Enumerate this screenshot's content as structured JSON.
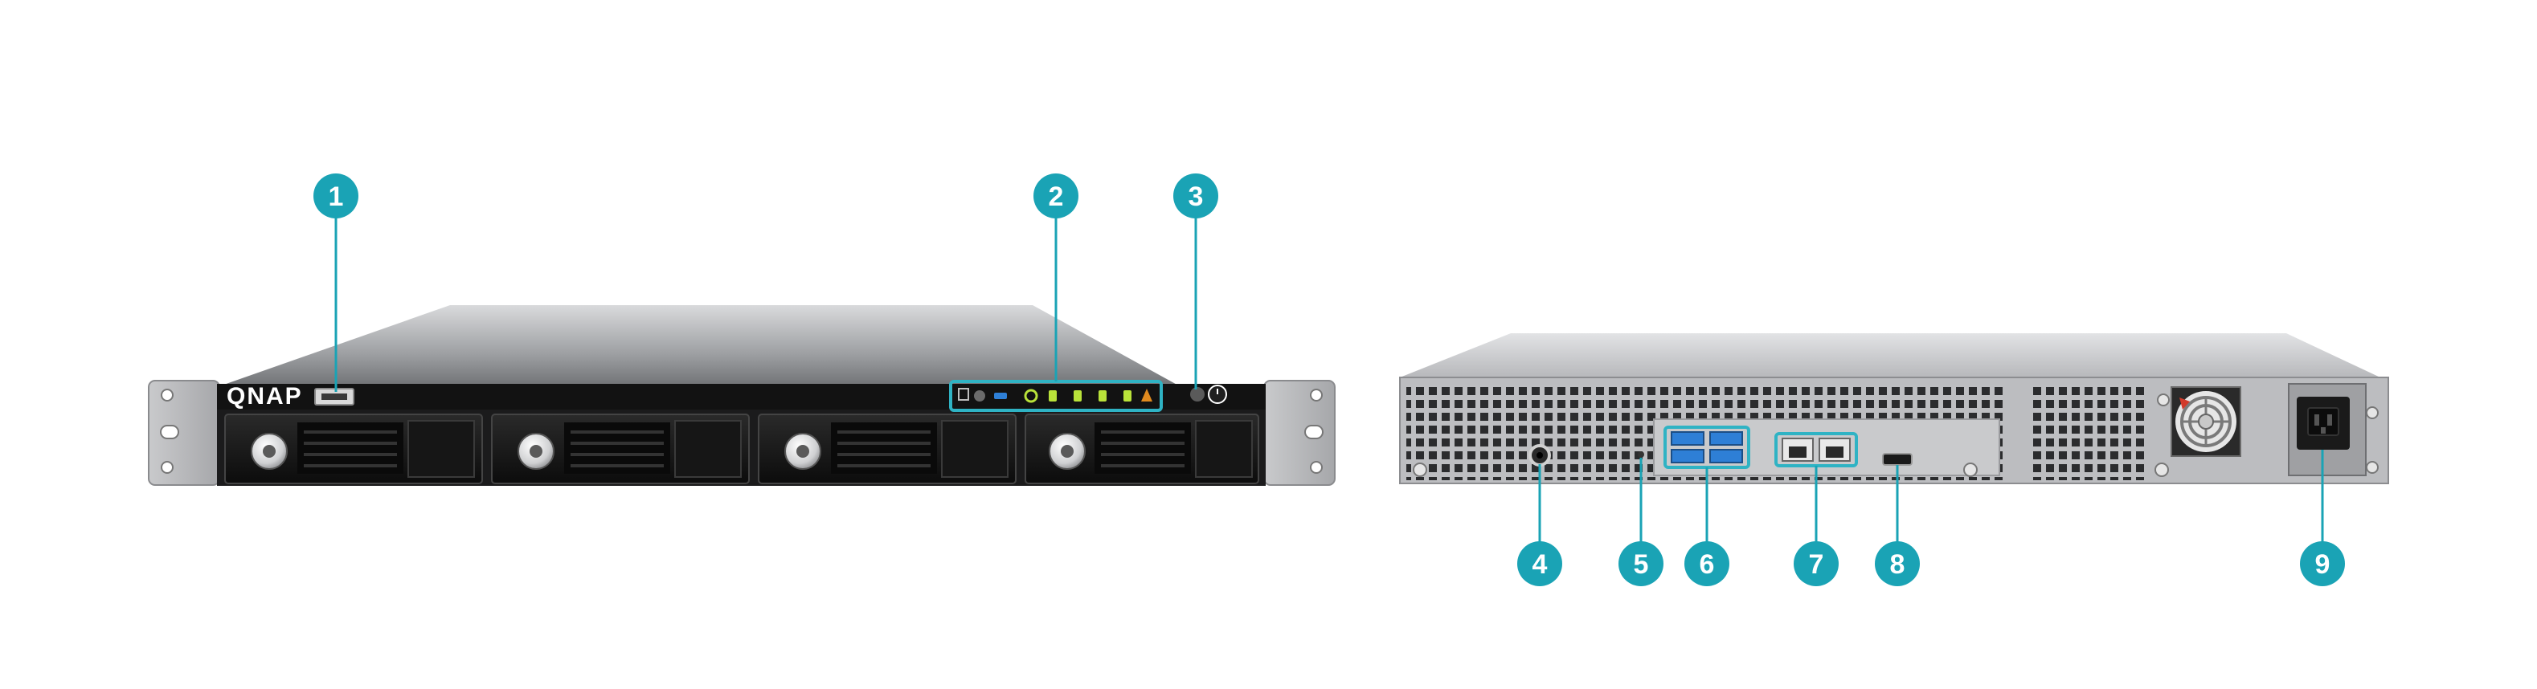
{
  "front": {
    "brand": "QNAP"
  },
  "callouts": [
    {
      "id": 1,
      "label": "1",
      "target": "front-usb-port"
    },
    {
      "id": 2,
      "label": "2",
      "target": "led-indicator-panel"
    },
    {
      "id": 3,
      "label": "3",
      "target": "power-button"
    },
    {
      "id": 4,
      "label": "4",
      "target": "rear-audio-jack"
    },
    {
      "id": 5,
      "label": "5",
      "target": "reset-button"
    },
    {
      "id": 6,
      "label": "6",
      "target": "rear-usb-ports"
    },
    {
      "id": 7,
      "label": "7",
      "target": "ethernet-ports"
    },
    {
      "id": 8,
      "label": "8",
      "target": "hdmi-port"
    },
    {
      "id": 9,
      "label": "9",
      "target": "power-socket"
    }
  ],
  "colors": {
    "callout": "#1aa3b5",
    "highlight": "#2fb3c4",
    "usb_blue": "#2e7fd6",
    "led_green": "#b9e23a",
    "led_amber": "#e08a1e",
    "chassis": "#bfc0c2",
    "bezel": "#121212"
  }
}
